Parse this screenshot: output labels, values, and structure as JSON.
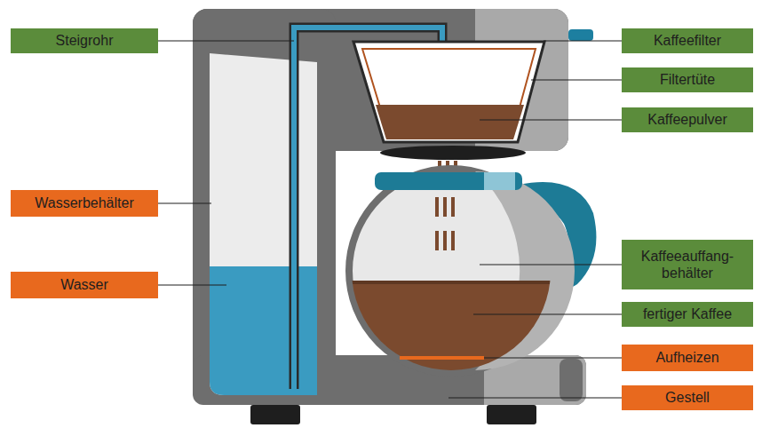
{
  "diagram": {
    "nodes": [
      {
        "text": [
          "Steigrohr"
        ]
      },
      {
        "text": [
          "Kaffeefilter"
        ]
      },
      {
        "text": [
          "Filtertüte"
        ]
      },
      {
        "text": [
          "Kaffeepulver"
        ]
      },
      {
        "text": [
          "Wasserbehälter"
        ]
      },
      {
        "text": [
          "Kaffeeauffang- behälter"
        ]
      },
      {
        "text": [
          "Wasser"
        ]
      },
      {
        "text": [
          "fertiger Kaffee"
        ]
      },
      {
        "text": [
          "Aufheizen"
        ]
      },
      {
        "text": [
          "Gestell"
        ]
      }
    ]
  }
}
